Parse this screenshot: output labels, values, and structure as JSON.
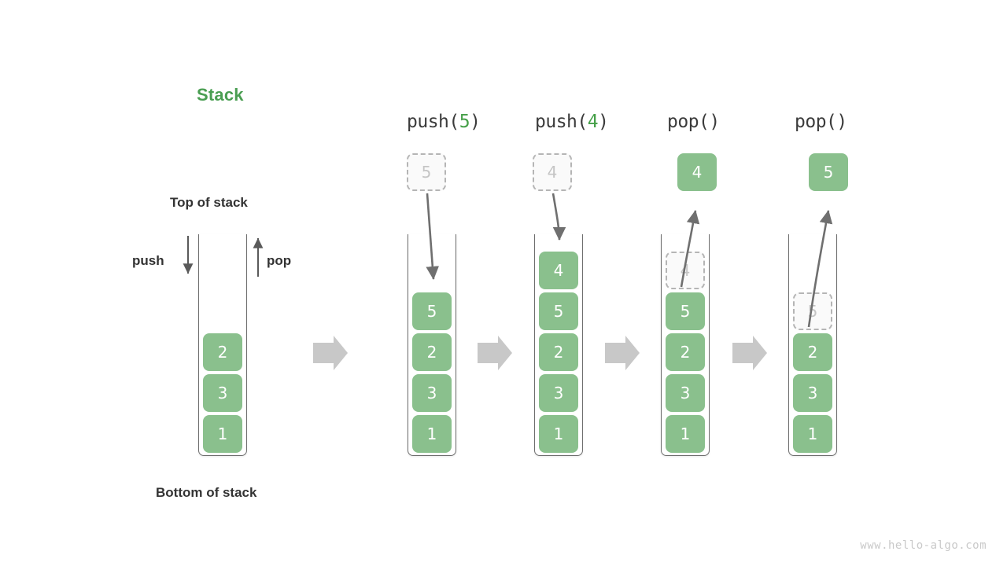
{
  "diagram": {
    "title": "Stack",
    "title_color": "#4a9e52",
    "labels": {
      "top_of_stack": "Top of stack",
      "bottom_of_stack": "Bottom of stack",
      "push": "push",
      "pop": "pop"
    },
    "watermark": "www.hello-algo.com",
    "colors": {
      "cell_fill": "#8ac08d",
      "cell_text": "#ffffff",
      "ghost_fill": "#fafafa",
      "ghost_text": "#c5c5c5",
      "ghost_border": "#b5b5b5",
      "container_border": "#6e6e6e",
      "arrow_gray": "#6f6f6f",
      "flow_arrow": "#c8c8c8",
      "text_dark": "#333333"
    },
    "columns": [
      {
        "id": "initial",
        "header": null,
        "header_prefix": null,
        "header_arg": null,
        "header_suffix": null,
        "external_cell": null,
        "stack_top_to_bottom": [
          "2",
          "3",
          "1"
        ],
        "ghost_in_stack": null
      },
      {
        "id": "push-5",
        "header": "push(5)",
        "header_prefix": "push(",
        "header_arg": "5",
        "header_suffix": ")",
        "external_cell": {
          "value": "5",
          "style": "ghost"
        },
        "stack_top_to_bottom": [
          "5",
          "2",
          "3",
          "1"
        ],
        "ghost_in_stack": null
      },
      {
        "id": "push-4",
        "header": "push(4)",
        "header_prefix": "push(",
        "header_arg": "4",
        "header_suffix": ")",
        "external_cell": {
          "value": "4",
          "style": "ghost"
        },
        "stack_top_to_bottom": [
          "4",
          "5",
          "2",
          "3",
          "1"
        ],
        "ghost_in_stack": null
      },
      {
        "id": "pop-1",
        "header": "pop()",
        "header_prefix": "pop(",
        "header_arg": "",
        "header_suffix": ")",
        "external_cell": {
          "value": "4",
          "style": "filled"
        },
        "stack_top_to_bottom": [
          "5",
          "2",
          "3",
          "1"
        ],
        "ghost_in_stack": "4"
      },
      {
        "id": "pop-2",
        "header": "pop()",
        "header_prefix": "pop(",
        "header_arg": "",
        "header_suffix": ")",
        "external_cell": {
          "value": "5",
          "style": "filled"
        },
        "stack_top_to_bottom": [
          "2",
          "3",
          "1"
        ],
        "ghost_in_stack": "5"
      }
    ]
  }
}
